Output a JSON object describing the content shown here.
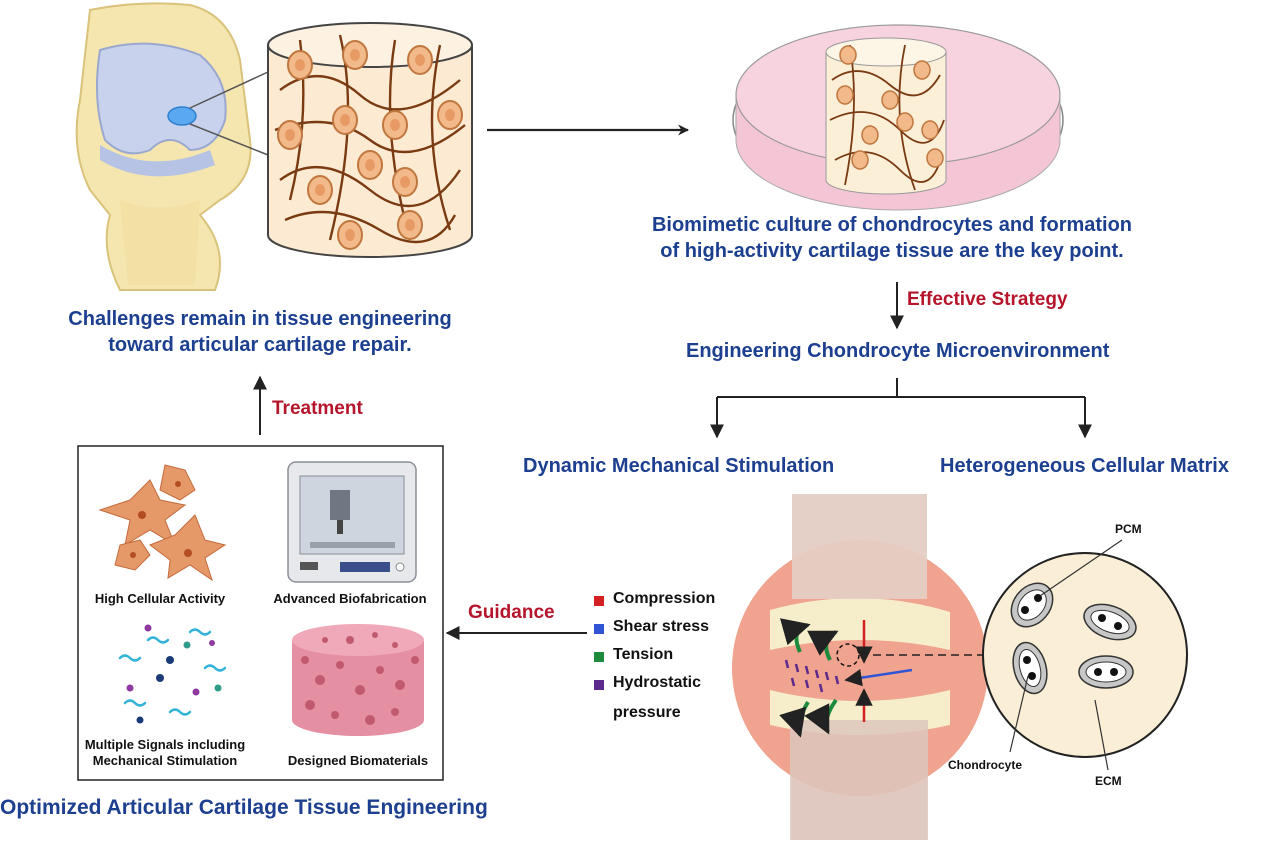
{
  "challenges": {
    "line1": "Challenges remain in tissue engineering",
    "line2": "toward articular cartilage repair."
  },
  "biomimetic": {
    "line1": "Biomimetic culture of chondrocytes and formation",
    "line2": "of high-activity cartilage tissue are the key point."
  },
  "strategy_label": "Effective Strategy",
  "microenvironment_title": "Engineering Chondrocyte Microenvironment",
  "branch_left": "Dynamic Mechanical Stimulation",
  "branch_right": "Heterogeneous Cellular Matrix",
  "treatment_label": "Treatment",
  "guidance_label": "Guidance",
  "panel": {
    "cell_activity": "High Cellular Activity",
    "biofabrication": "Advanced Biofabrication",
    "signals_line1": "Multiple Signals including",
    "signals_line2": "Mechanical Stimulation",
    "biomaterials": "Designed Biomaterials"
  },
  "bottom_title": "Optimized Articular Cartilage Tissue Engineering",
  "legend": [
    {
      "label": "Compression",
      "color": "#d32020"
    },
    {
      "label": "Shear stress",
      "color": "#2f55d4"
    },
    {
      "label": "Tension",
      "color": "#1e8a3c"
    },
    {
      "label": "Hydrostatic",
      "color": "#5b2a8c"
    }
  ],
  "legend_extra": "pressure",
  "matrix": {
    "pcm": "PCM",
    "chondrocyte": "Chondrocyte",
    "ecm": "ECM"
  }
}
